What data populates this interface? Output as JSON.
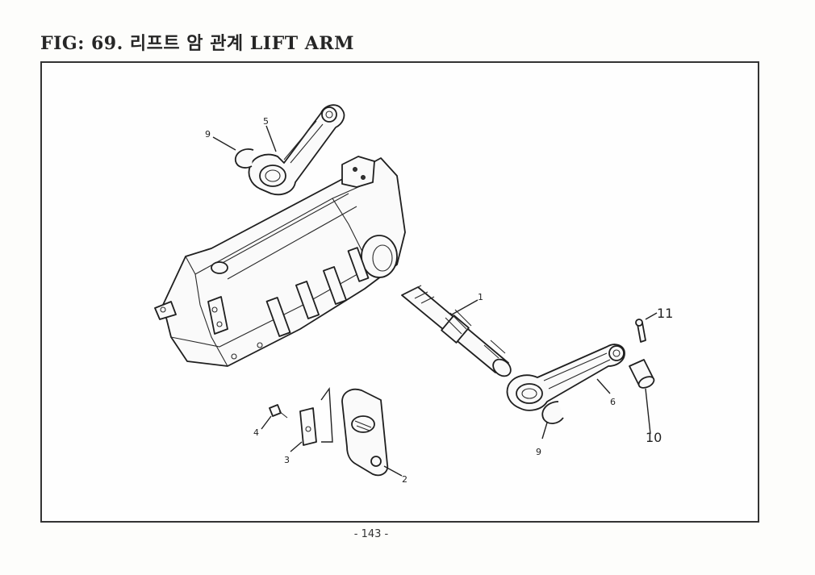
{
  "page": {
    "title": "FIG: 69. 리프트 암 관계 LIFT ARM",
    "page_number": "- 143 -"
  },
  "diagram": {
    "callouts": [
      {
        "id": "c1",
        "label": "1"
      },
      {
        "id": "c2",
        "label": "2"
      },
      {
        "id": "c3",
        "label": "3"
      },
      {
        "id": "c4",
        "label": "4"
      },
      {
        "id": "c5",
        "label": "5"
      },
      {
        "id": "c6",
        "label": "6"
      },
      {
        "id": "c9a",
        "label": "9"
      },
      {
        "id": "c9b",
        "label": "9"
      },
      {
        "id": "c10",
        "label": "10"
      },
      {
        "id": "c11",
        "label": "11"
      }
    ]
  }
}
